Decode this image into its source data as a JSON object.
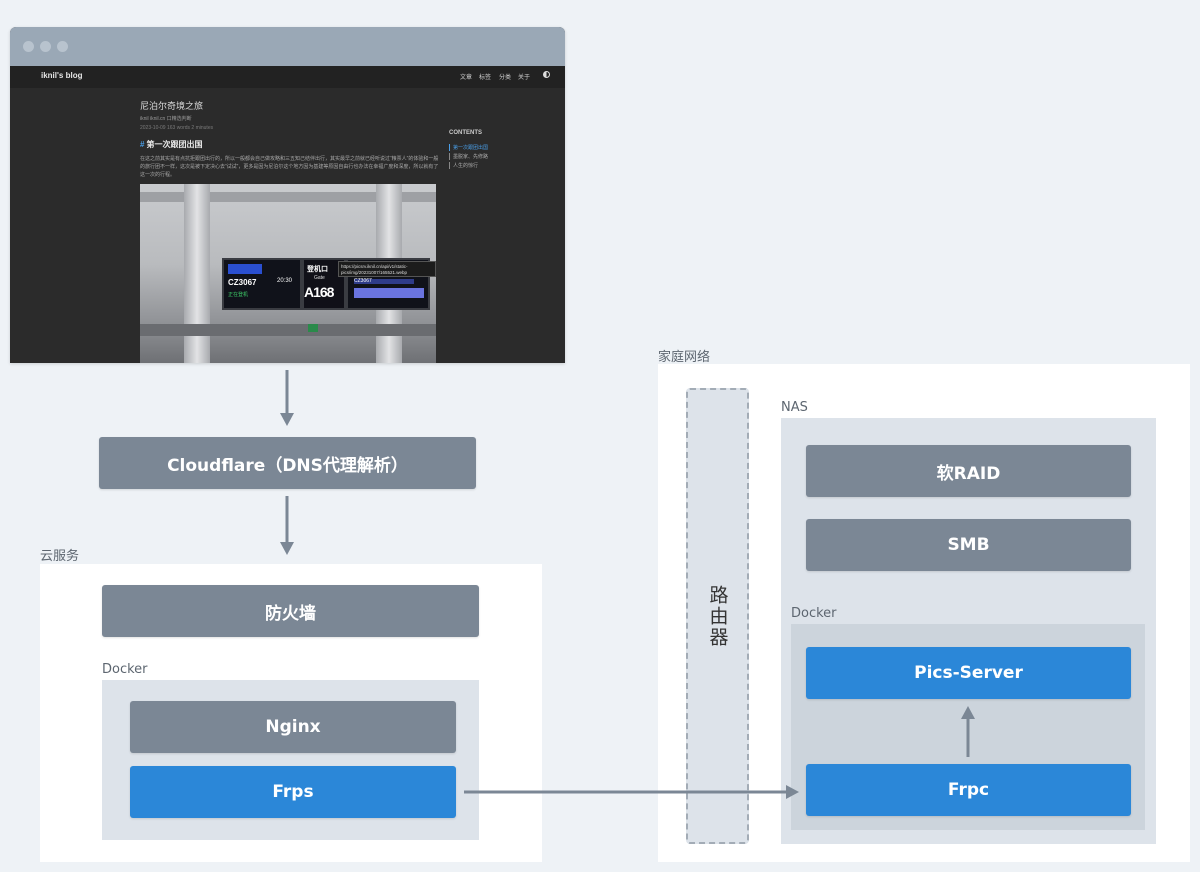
{
  "screenshot": {
    "blog_name": "iknil's blog",
    "nav": [
      "文章",
      "标签",
      "分类",
      "关于"
    ],
    "post_title": "尼泊尔奇境之旅",
    "meta_line": "iknil iknil.cn 口精选判断",
    "meta_line2": "2023-10-09  163 words  2 minutes",
    "heading": "第一次跟团出国",
    "paragraph": "在这之前其实是有点抗拒跟团出行的，所以一般都会自己做攻略和三五知己结伴出行，其实最早之前就已经听说过“粮票人”的体验和一般的旅行团不一样，这次是被下定决心去“试试”，更多是因为尼泊尔这个地方因为基建等原因自由行也办法在幸福广度和深度，所以就有了这一次的行程。",
    "toc_title": "CONTENTS",
    "toc_items": [
      "第一次跟团出国",
      "墨脱家、先修路",
      "人生的惊行"
    ],
    "photo": {
      "flight": "CZ3067",
      "status": "正在登机",
      "time": "20:30",
      "gate_cn": "登机口",
      "gate_en": "Gate",
      "gate_no": "A168",
      "flight2": "CZ3067",
      "tooltip": "https://picsrv.iknil.cn/api/v1/static-pics/img/20231007/165521.webp"
    }
  },
  "diagram": {
    "cloudflare": "Cloudflare（DNS代理解析）",
    "cloud": {
      "label": "云服务",
      "firewall": "防火墙",
      "docker_label": "Docker",
      "nginx": "Nginx",
      "frps": "Frps"
    },
    "home": {
      "label": "家庭网络",
      "router": "路由器",
      "nas_label": "NAS",
      "raid": "软RAID",
      "smb": "SMB",
      "docker_label": "Docker",
      "pics_server": "Pics-Server",
      "frpc": "Frpc"
    }
  },
  "colors": {
    "gray_box": "#7b8795",
    "blue_box": "#2b87d8",
    "arrow": "#7b8795",
    "background": "#eef2f6"
  }
}
